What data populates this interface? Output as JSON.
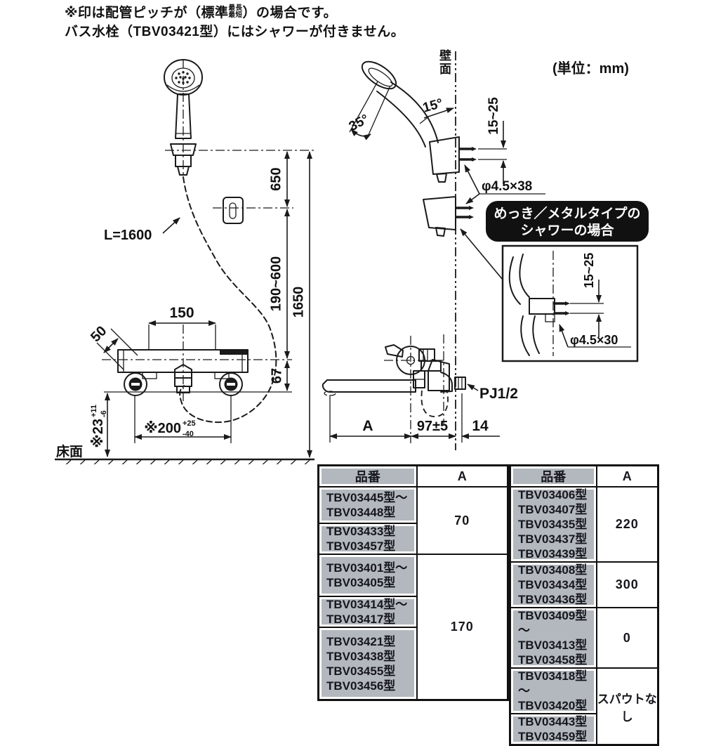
{
  "page": {
    "note_line1_prefix": "※印は配管ピッチが（標準",
    "note_line1_stack_top": "最長",
    "note_line1_stack_bottom": "最短",
    "note_line1_suffix": "）の場合です。",
    "note_line2": "バス水栓（TBV03421型）にはシャワーが付きません。",
    "unit_label": "(単位：mm)"
  },
  "drawing": {
    "wall_label": "壁面",
    "floor_label": "床面",
    "hose_length": "L=1600",
    "dim_650": "650",
    "dim_190_600": "190~600",
    "dim_1650": "1650",
    "dim_150": "150",
    "dim_50": "50",
    "dim_67": "67",
    "dim_200_main": "※200",
    "dim_200_sup": "+25",
    "dim_200_sub": "-40",
    "dim_23_main": "※23",
    "dim_23_sup": "+11",
    "dim_23_sub": "-6",
    "angle_35": "35°",
    "angle_15": "15°",
    "dim_15_25": "15~25",
    "screw_upper": "φ4.5×38",
    "callout_line1": "めっき／メタルタイプの",
    "callout_line2": "シャワーの場合",
    "detail_dim_15_25": "15~25",
    "screw_lower": "φ4.5×30",
    "thread_label": "PJ1/2",
    "dim_a": "A",
    "dim_97": "97±5",
    "dim_14": "14"
  },
  "table": {
    "col_part": "品番",
    "col_a": "A",
    "l_cell1": "TBV03445型～\nTBV03448型",
    "l_cell2": "TBV03433型\nTBV03457型",
    "l_a1": "70",
    "l_cell3": "TBV03401型～\nTBV03405型",
    "l_cell4": "TBV03414型～\nTBV03417型",
    "l_cell5": "TBV03421型\nTBV03438型\nTBV03455型\nTBV03456型",
    "l_a2": "170",
    "r_cell1": "TBV03406型\nTBV03407型\nTBV03435型\nTBV03437型\nTBV03439型",
    "r_a1": "220",
    "r_cell2": "TBV03408型\nTBV03434型\nTBV03436型",
    "r_a2": "300",
    "r_cell3": "TBV03409型～\nTBV03413型\nTBV03458型",
    "r_a3": "0",
    "r_cell4": "TBV03418型～\nTBV03420型",
    "r_cell5": "TBV03443型\nTBV03459型",
    "r_a4": "スパウトなし"
  }
}
